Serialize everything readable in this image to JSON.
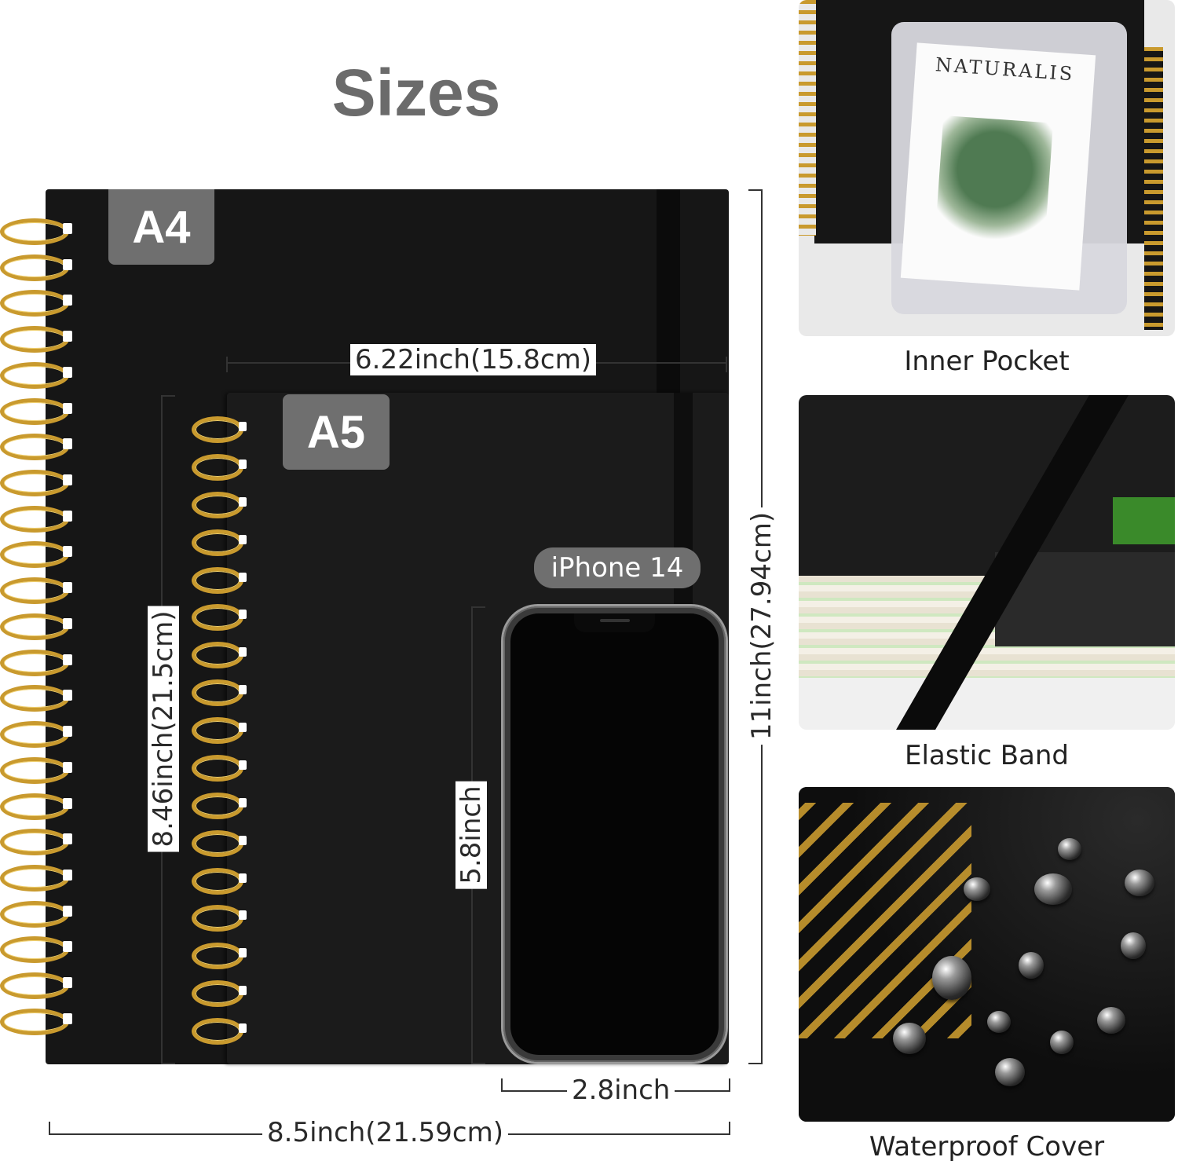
{
  "title": "Sizes",
  "a4": {
    "label": "A4"
  },
  "a5": {
    "label": "A5"
  },
  "phone": {
    "label": "iPhone 14"
  },
  "dimensions": {
    "a5_width": "6.22inch(15.8cm)",
    "a5_height": "8.46inch(21.5cm)",
    "a4_height": "11inch(27.94cm)",
    "a4_width": "8.5inch(21.59cm)",
    "phone_height": "5.8inch",
    "phone_width": "2.8inch"
  },
  "features": [
    {
      "caption": "Inner Pocket",
      "magazine_title": "NATURALIS"
    },
    {
      "caption": "Elastic Band"
    },
    {
      "caption": "Waterproof Cover"
    }
  ],
  "colors": {
    "cover": "#161616",
    "ring": "#c99a2e",
    "badge": "#6f6f6f",
    "title": "#6b6b6b"
  }
}
